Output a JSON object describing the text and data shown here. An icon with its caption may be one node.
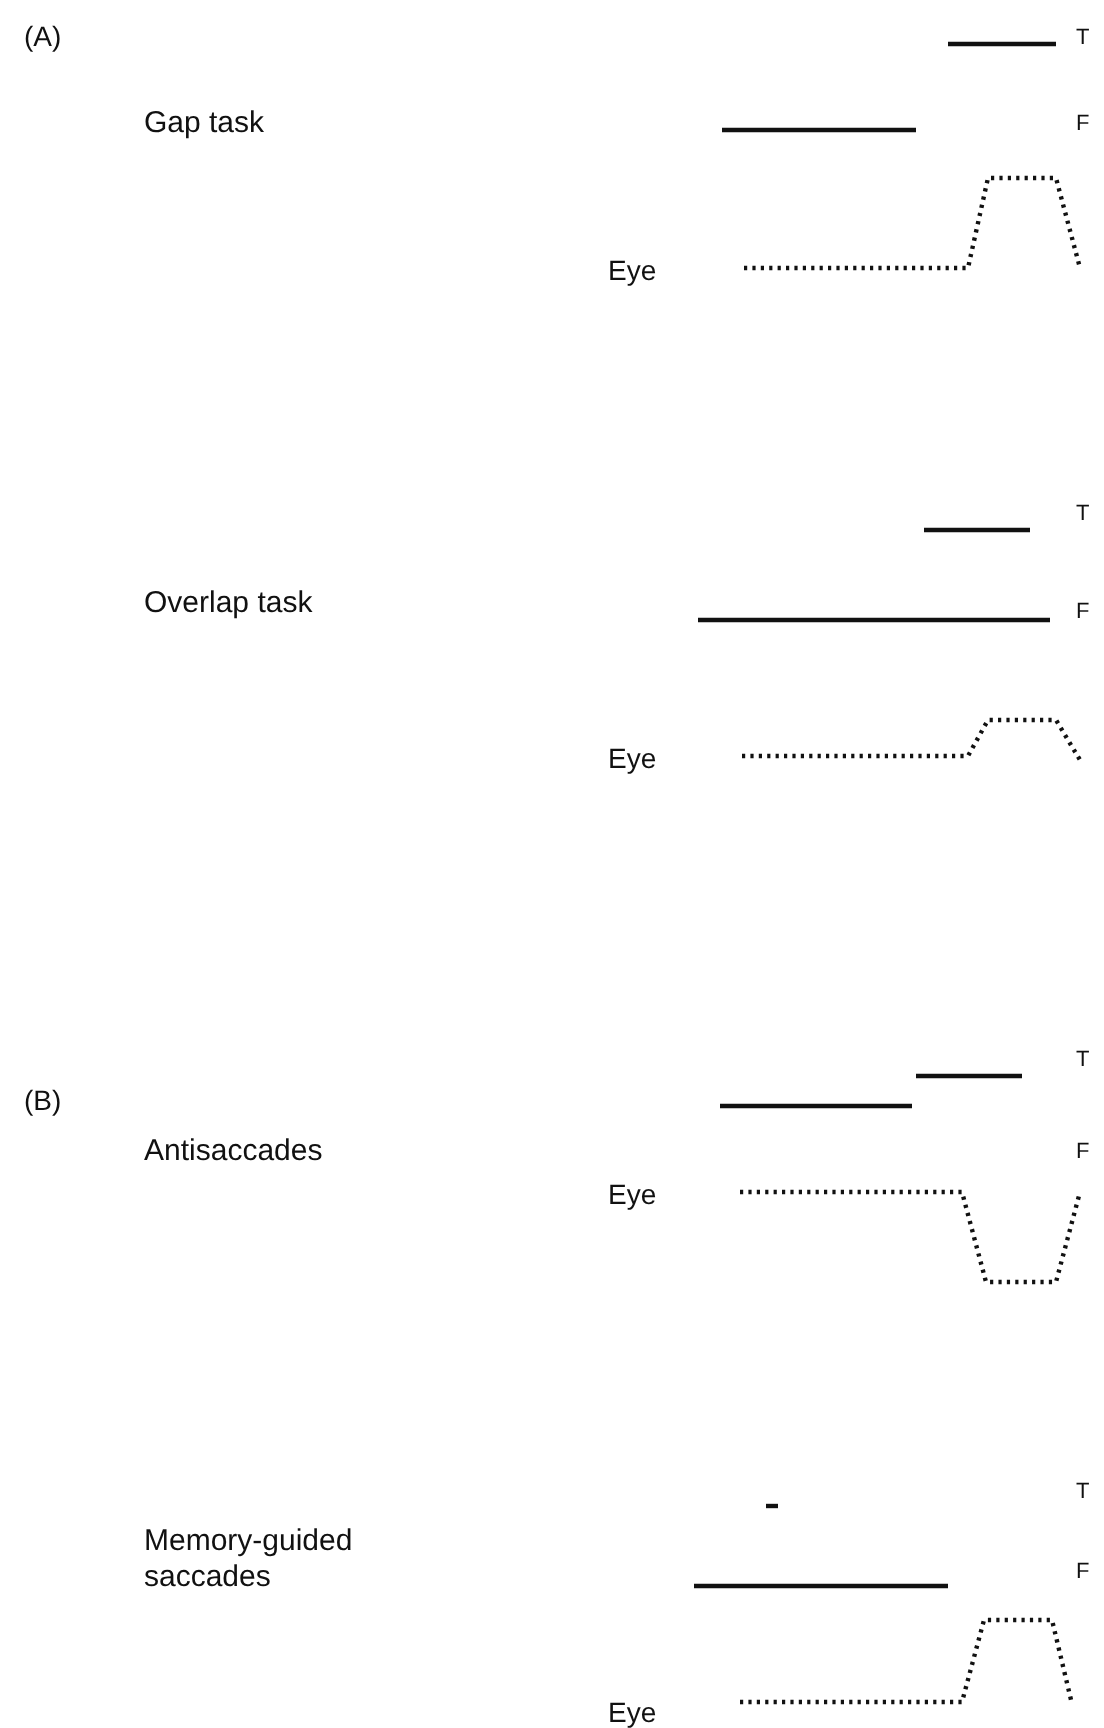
{
  "diagram": {
    "labels": [
      "(A)",
      "Gap task",
      "T",
      "F",
      "Eye",
      "Overlap task",
      "T",
      "F",
      "Eye",
      "(B)",
      "Antisaccades",
      "T",
      "F",
      "Eye",
      "Memory-guided saccades",
      "T",
      "F",
      "Eye"
    ]
  }
}
